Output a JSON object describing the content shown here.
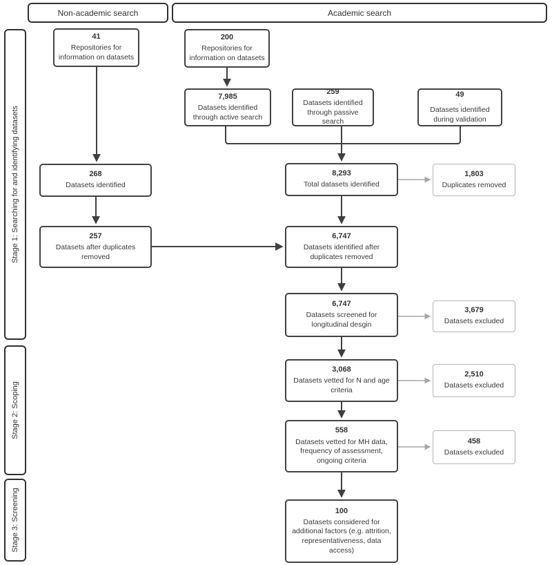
{
  "colors": {
    "main_border": "#424242",
    "exclusion_border": "#b5b5b5",
    "arrow_dark": "#3f3f3f",
    "arrow_gray": "#a6a6a6",
    "text": "#383838",
    "background": "#ffffff"
  },
  "headers": {
    "non_academic": "Non-academic search",
    "academic": "Academic search"
  },
  "stages": {
    "stage1": "Stage 1: Searching for and identifying datasets",
    "stage2": "Stage 2: Scoping",
    "stage3": "Stage 3: Screening"
  },
  "boxes": {
    "repos_nonacademic": {
      "number": "41",
      "label": "Repositories for information on datasets"
    },
    "repos_academic": {
      "number": "200",
      "label": "Repositories for information on datasets"
    },
    "active_search": {
      "number": "7,985",
      "label": "Datasets identified through active search"
    },
    "passive_search": {
      "number": "259",
      "label": "Datasets identified through passive search"
    },
    "validation": {
      "number": "49",
      "note": ".",
      "label": "Datasets identified during validation"
    },
    "datasets_identified": {
      "number": "268",
      "label": "Datasets identified"
    },
    "total_identified": {
      "number": "8,293",
      "label": "Total datasets identified"
    },
    "duplicates_removed": {
      "number": "1,803",
      "label": "Duplicates removed"
    },
    "after_duplicates_nonacademic": {
      "number": "257",
      "label": "Datasets after duplicates removed"
    },
    "after_duplicates_academic": {
      "number": "6,747",
      "label": "Datasets identified after duplicates removed"
    },
    "screened_longitudinal": {
      "number": "6,747",
      "label": "Datasets screened for longitudinal desgin"
    },
    "excluded_screening": {
      "number": "3,679",
      "label": "Datasets excluded"
    },
    "vetted_n_age": {
      "number": "3,068",
      "label": "Datasets vetted for N and age criteria"
    },
    "excluded_n_age": {
      "number": "2,510",
      "label": "Datasets excluded"
    },
    "vetted_mh": {
      "number": "558",
      "label": "Datasets vetted for MH data, frequency of assessment, ongoing criteria"
    },
    "excluded_mh": {
      "number": "458",
      "label": "Datasets excluded"
    },
    "considered_additional": {
      "number": "100",
      "label": "Datasets considered for additional factors (e.g. attrition, representativeness, data access)"
    }
  }
}
